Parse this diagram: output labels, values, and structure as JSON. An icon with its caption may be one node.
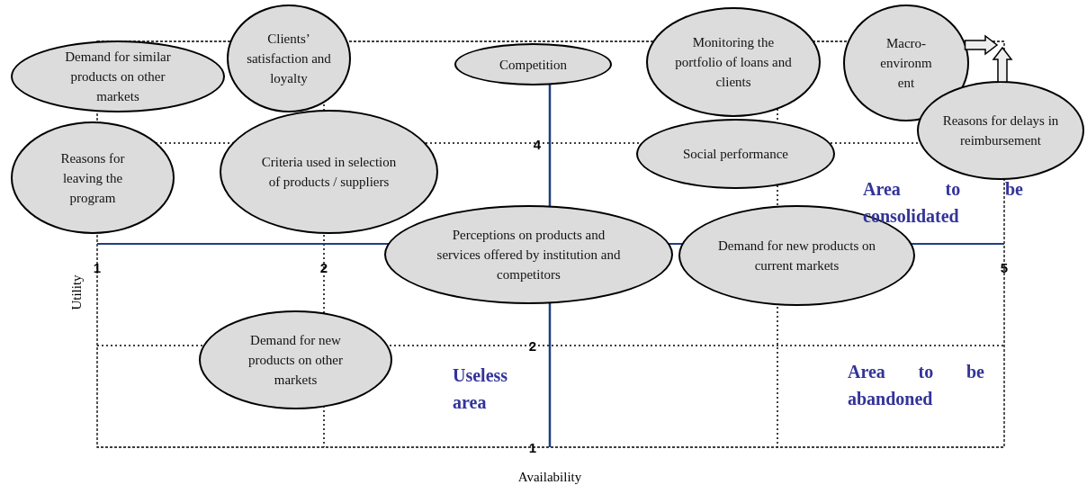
{
  "diagram": {
    "nodes": [
      {
        "text": [
          "Demand for similar products on other markets"
        ]
      },
      {
        "text": [
          "Clients’ satisfaction and loyalty"
        ]
      },
      {
        "text": [
          "Competition"
        ]
      },
      {
        "text": [
          "Monitoring the portfolio of loans and clients"
        ]
      },
      {
        "text": [
          "Macro- environm ent"
        ]
      },
      {
        "text": [
          "Reasons for leaving the program"
        ]
      },
      {
        "text": [
          "Criteria used in selection of products / suppliers"
        ]
      },
      {
        "text": [
          "Social performance"
        ]
      },
      {
        "text": [
          "Reasons for delays in reimbursement"
        ]
      },
      {
        "text": [
          "Perceptions on products and services offered by institution and competitors"
        ]
      },
      {
        "text": [
          "Demand for new products on current markets"
        ]
      },
      {
        "text": [
          "Demand for new products on other markets"
        ]
      }
    ],
    "edges": [
      {
        "from": 4,
        "to": null,
        "arrow": "to"
      },
      {
        "from": 8,
        "to": null,
        "arrow": "to"
      }
    ],
    "labels": [
      "4",
      "Area to be consolidated",
      "1",
      "2",
      "5",
      "Utility",
      "2",
      "Useless area",
      "Area to be abandoned",
      "1",
      "Availability"
    ]
  }
}
